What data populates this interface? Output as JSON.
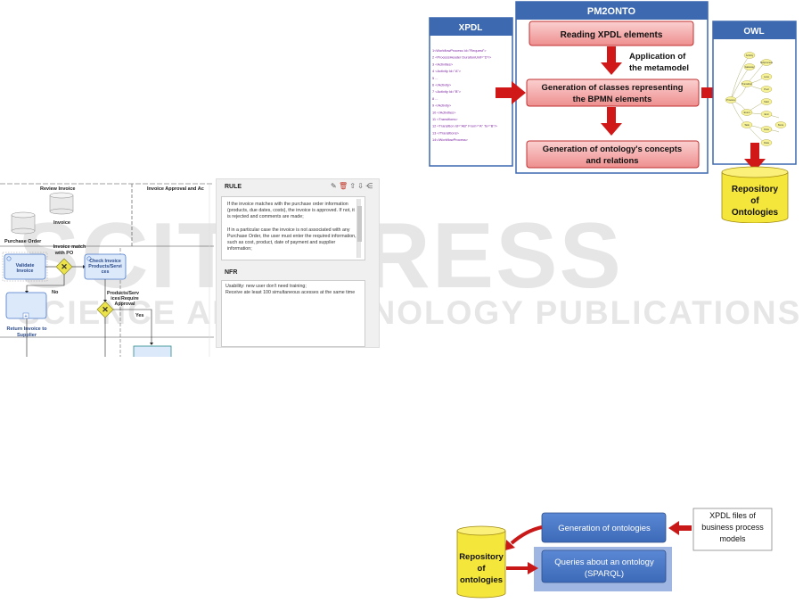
{
  "watermark": {
    "main": "SCITEPRESS",
    "sub": "SCIENCE AND TECHNOLOGY PUBLICATIONS"
  },
  "bpmn": {
    "lanes": [
      "Review Invoice",
      "Invoice Approval and Ac"
    ],
    "data_store_label": "Invoice",
    "pool_label": "Purchase Order",
    "validate_task": "Validate Invoice",
    "gateway1": "Invoice match with PO",
    "check_task": "Check Invoice Products/Services",
    "no_label": "No",
    "gateway2": "Products/Services Require Approval",
    "yes_label": "Yes",
    "return_task": "Return Invoice to Supplier"
  },
  "rule_panel": {
    "title": "RULE",
    "text": "If the invoice matches with the purchase order information (products, due dates, costs), the invoice is approved. If not, it is rejected and comments are made;\n\nIf in a particular case the invoice is not associated with any Purchase Order, the user must enter the required information, such as cost, product, date of payment and supplier information;",
    "nfr_title": "NFR",
    "nfr_text": "Usability: new user don't need training;\nReceive ate least 100 simultaneous acesses at the same time"
  },
  "pm2onto": {
    "xpdl_header": "XPDL",
    "main_header": "PM2ONTO",
    "owl_header": "OWL",
    "box_reading": "Reading XPDL elements",
    "metamodel_label": [
      "Application of",
      "the metamodel"
    ],
    "box_generation_classes": [
      "Generation of classes representing",
      "the BPMN elements"
    ],
    "box_generation_ontology": [
      "Generation of ontology's concepts",
      "and relations"
    ],
    "repository": [
      "Repository",
      "of",
      "Ontologies"
    ],
    "xpdl_code": [
      "1<WorkflowProcess Id=\"Request\">",
      "2  <ProcessHeader DurationUnit=\"D\"/>",
      "3  <Activities>",
      "4    <Activity Id=\"A\">",
      "5      ...",
      "6    </Activity>",
      "7    <Activity Id=\"B\">",
      "8      ...",
      "9    </Activity>",
      "10 </Activities>",
      "11 <Transitions>",
      "12   <Transition Id=\"AB\" From=\"A\" To=\"B\"/>",
      "13 </Transitions>",
      "14</WorkflowProcess>"
    ],
    "owl_nodes": [
      "Process",
      "Activity",
      "Gateway",
      "Transition",
      "Event",
      "Task",
      "Subprocess",
      "Lane",
      "Pool",
      "Start",
      "End",
      "Flow",
      "Data",
      "Store"
    ]
  },
  "architecture": {
    "generation": "Generation of ontologies",
    "queries": [
      "Queries about an ontology",
      "(SPARQL)"
    ],
    "xpdl_files": [
      "XPDL files of",
      "business process",
      "models"
    ],
    "repository": [
      "Repository",
      "of",
      "ontologies"
    ]
  },
  "colors": {
    "blue_box": "#4a78c8",
    "red_arrow": "#d01818",
    "pink_box": "#f0a0a0",
    "cylinder": "#f5e63c",
    "header_blue": "#3c69b0",
    "gateway": "#ece24a"
  }
}
